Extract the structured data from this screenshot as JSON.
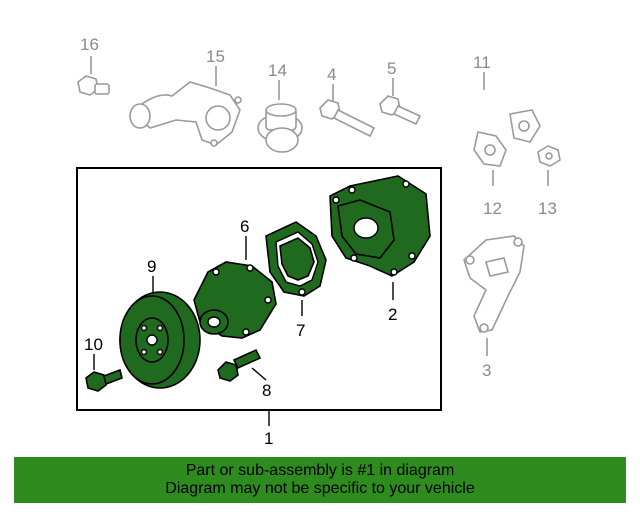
{
  "callouts": {
    "c1": "1",
    "c2": "2",
    "c3": "3",
    "c4": "4",
    "c5": "5",
    "c6": "6",
    "c7": "7",
    "c8": "8",
    "c9": "9",
    "c10": "10",
    "c11": "11",
    "c12": "12",
    "c13": "13",
    "c14": "14",
    "c15": "15",
    "c16": "16"
  },
  "banner": {
    "line1": "Part or sub-assembly is #1 in diagram",
    "line2": "Diagram may not be specific to your vehicle"
  },
  "colors": {
    "banner_bg": "#2e8b1e",
    "highlight_parts": "#1f6a1f",
    "other_parts": "#9a9a9a"
  }
}
